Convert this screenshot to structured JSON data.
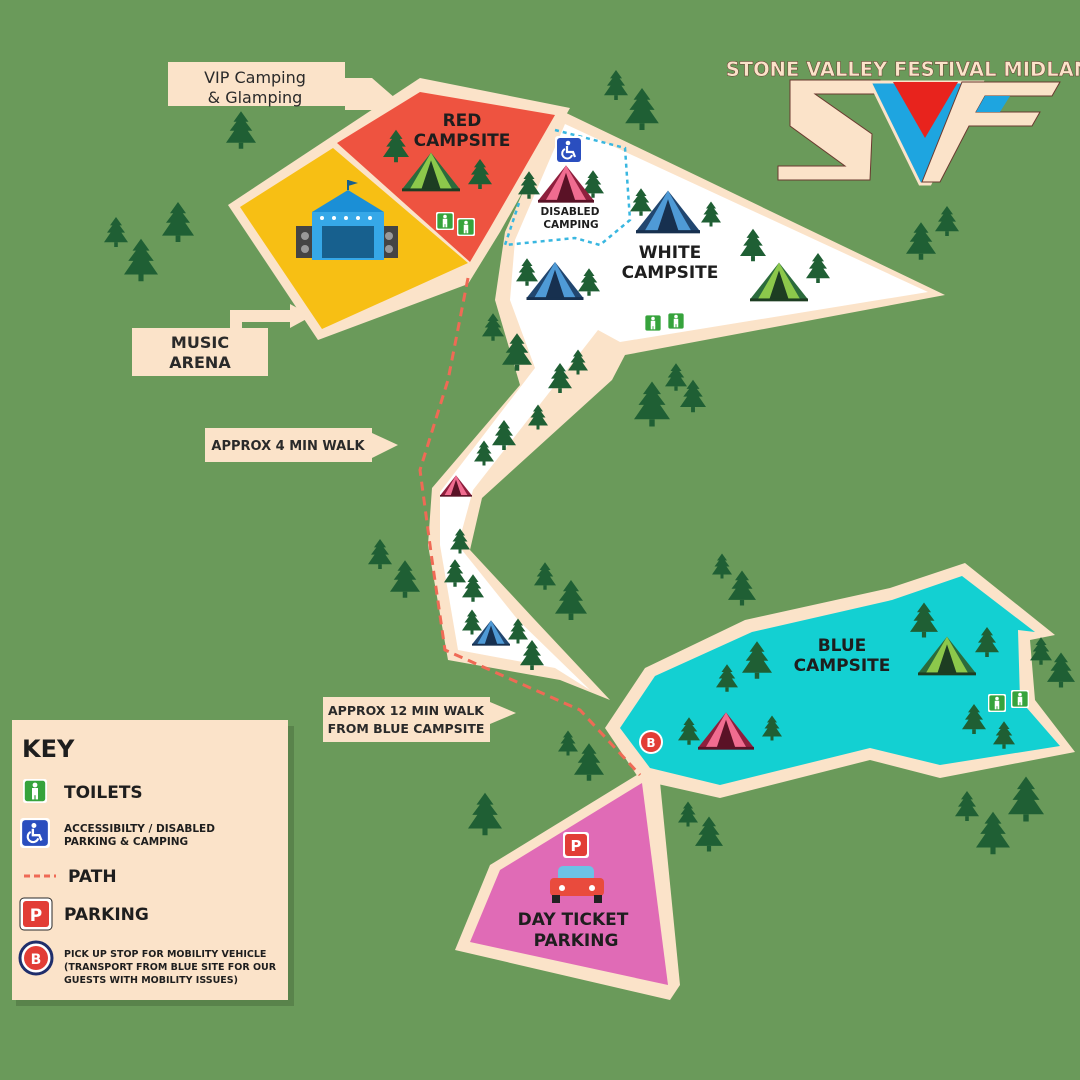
{
  "title": "STONE VALLEY FESTIVAL MIDLANDS",
  "logo": {
    "letters": "SVF",
    "colors": {
      "cream": "#fbe3c9",
      "blue": "#1ea5e0",
      "red": "#e8231d"
    }
  },
  "colors": {
    "grass": "#6a9a5a",
    "border": "#fbe3c9",
    "red_campsite": "#ee5340",
    "music_arena": "#f7bf14",
    "white_campsite": "#ffffff",
    "blue_campsite": "#13d0d2",
    "day_parking": "#e06bb6",
    "path": "#ef6a55",
    "tree": "#1f5f34"
  },
  "zones": {
    "red_campsite": {
      "line1": "RED",
      "line2": "CAMPSITE"
    },
    "white_campsite": {
      "line1": "WHITE",
      "line2": "CAMPSITE"
    },
    "disabled_camping": {
      "line1": "DISABLED",
      "line2": "CAMPING"
    },
    "blue_campsite": {
      "line1": "BLUE",
      "line2": "CAMPSITE"
    },
    "day_parking": {
      "line1": "DAY TICKET",
      "line2": "PARKING"
    }
  },
  "callouts": {
    "vip": {
      "line1": "VIP Camping",
      "line2": "& Glamping"
    },
    "music": {
      "line1": "MUSIC",
      "line2": "ARENA"
    },
    "walk4": "APPROX 4 MIN WALK",
    "walk12": {
      "line1": "APPROX 12 MIN WALK",
      "line2": "FROM BLUE CAMPSITE"
    }
  },
  "key": {
    "title": "KEY",
    "toilets": "TOILETS",
    "accessibility": {
      "line1": "ACCESSIBILTY / DISABLED",
      "line2": "PARKING & CAMPING"
    },
    "path": "PATH",
    "parking": "PARKING",
    "pickup": {
      "line1": "PICK UP STOP FOR MOBILITY VEHICLE",
      "line2": "(TRANSPORT FROM BLUE SITE FOR OUR",
      "line3": "GUESTS WITH MOBILITY ISSUES)"
    }
  },
  "icons": {
    "parking_letter": "P",
    "pickup_letter": "B",
    "toilet_glyph": "🚻",
    "wheelchair_glyph": "♿"
  }
}
